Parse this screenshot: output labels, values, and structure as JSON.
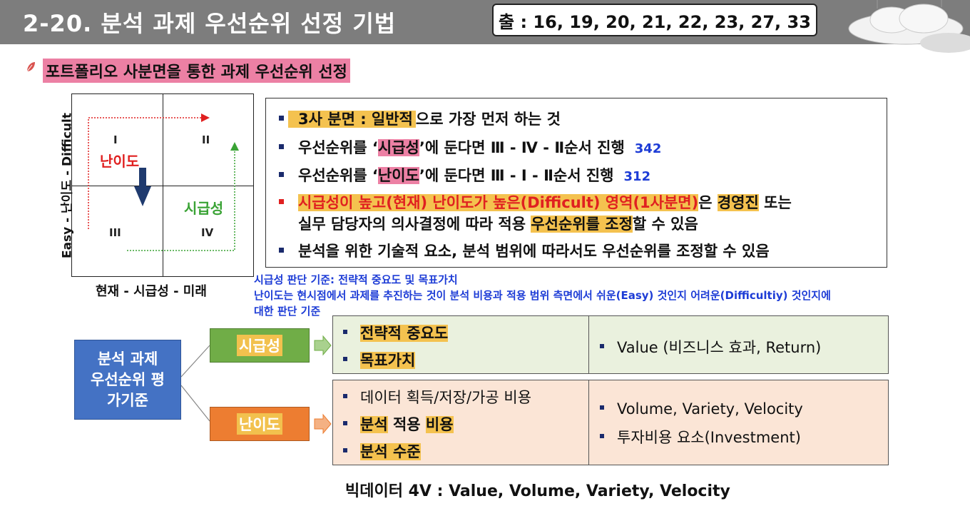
{
  "header": {
    "title": "2-20. 분석 과제 우선순위 선정 기법",
    "ref": "출 : 16, 19, 20, 21, 22, 23, 27, 33"
  },
  "subtitle": "포트폴리오 사분면을 통한 과제 우선순위 선정",
  "matrix": {
    "q1": "I",
    "q2": "II",
    "q3": "III",
    "q4": "IV",
    "y_axis": "Easy - 난이도 - Difficult",
    "x_axis": "현재 - 시급성 - 미래",
    "difficulty_label": "난이도",
    "urgency_label": "시급성",
    "colors": {
      "difficulty": "#e02020",
      "urgency": "#3aa335",
      "down_arrow": "#1f3a6e"
    }
  },
  "bullets": {
    "b1_hl": "3사 분면 : 일반적",
    "b1_rest": "으로 가장 먼저 하는 것",
    "b2_pre": "우선순위를 ‘",
    "b2_hl": "시급성",
    "b2_post": "’에 둔다면 Ⅲ - Ⅳ - Ⅱ순서 진행",
    "b2_num": "342",
    "b3_pre": "우선순위를 ‘",
    "b3_hl": "난이도",
    "b3_post": "’에 둔다면 Ⅲ - Ⅰ - Ⅱ순서 진행",
    "b3_num": "312",
    "b4_red": "시급성이 높고(현재) 난이도가 높은(Difficult) 영역(1사분면)",
    "b4_mid": "은 ",
    "b4_hl": "경영진",
    "b4_post": " 또는",
    "b4_line2_pre": "실무 담당자의 의사결정에 따라 적용 ",
    "b4_line2_hl": "우선순위를 조정",
    "b4_line2_post": "할 수 있음",
    "b5": "분석을 위한 기술적 요소, 분석 범위에 따라서도 우선순위를 조정할 수 있음"
  },
  "notes": {
    "line1": "시급성 판단 기준: 전략적 중요도 및 목표가치",
    "line2": "난이도는 현시점에서 과제를 추진하는 것이 분석 비용과 적용 범위 측면에서 쉬운(Easy) 것인지 어려운(Difficultiy) 것인지에",
    "line3": "대한 판단 기준"
  },
  "diagram": {
    "main_line1": "분석 과제",
    "main_line2": "우선순위 평",
    "main_line3": "가기준",
    "urgency": "시급성",
    "difficulty": "난이도",
    "t1_left_1": "전략적 중요도",
    "t1_left_2": "목표가치",
    "t1_right": "Value (비즈니스 효과, Return)",
    "t2_left_1": "데이터 획득/저장/가공 비용",
    "t2_left_2a": "분석",
    "t2_left_2b": " 적용 ",
    "t2_left_2c": "비용",
    "t2_left_3": "분석 수준",
    "t2_right_1": "Volume, Variety, Velocity",
    "t2_right_2": "투자비용 요소(Investment)"
  },
  "footer": "빅데이터 4V : Value, Volume, Variety, Velocity"
}
